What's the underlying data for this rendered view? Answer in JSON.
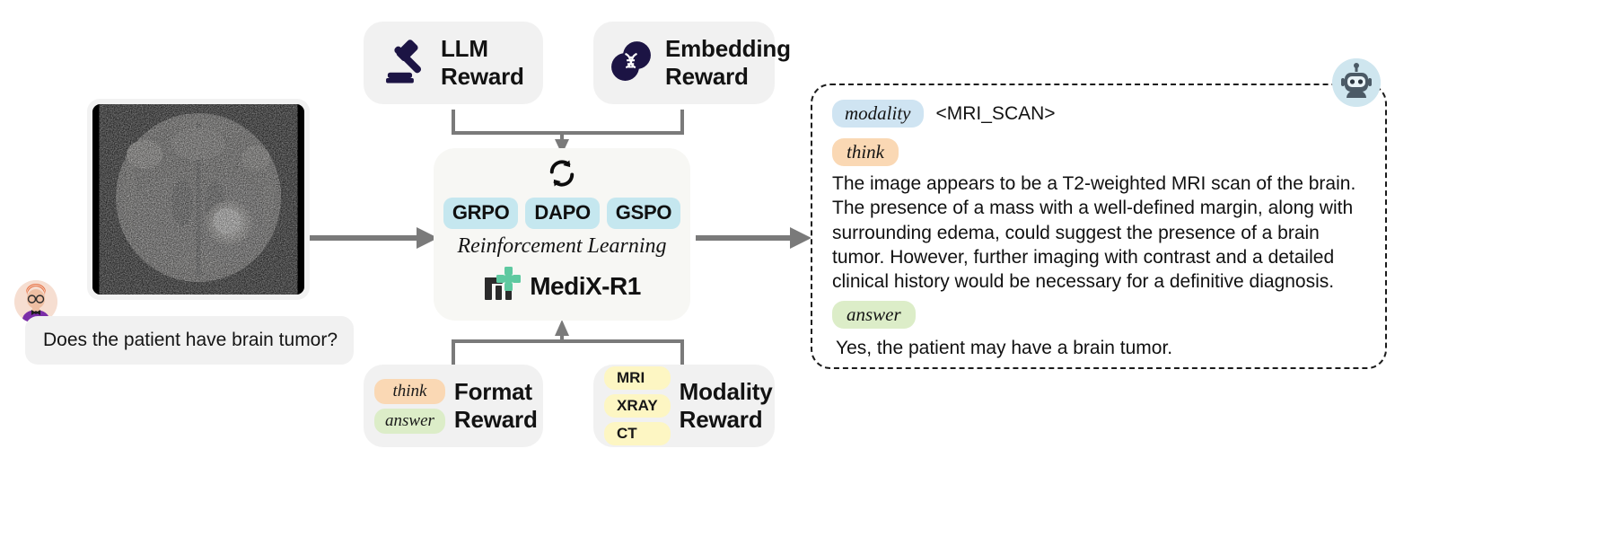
{
  "rewards": {
    "llm": {
      "title_line1": "LLM",
      "title_line2": "Reward",
      "icon": "gavel-icon"
    },
    "embedding": {
      "title_line1": "Embedding",
      "title_line2": "Reward",
      "icon": "embedding-circles-icon"
    },
    "format": {
      "title_line1": "Format",
      "title_line2": "Reward",
      "tags": [
        "think",
        "answer"
      ]
    },
    "modality": {
      "title_line1": "Modality",
      "title_line2": "Reward",
      "tags": [
        "MRI",
        "XRAY",
        "CT"
      ]
    }
  },
  "rl_box": {
    "refresh_icon": "refresh-cycle-icon",
    "algorithms": [
      "GRPO",
      "DAPO",
      "GSPO"
    ],
    "caption": "Reinforcement Learning",
    "model_name": "MediX-R1",
    "logo_icon": "medix-logo-icon"
  },
  "input": {
    "image_alt": "brain-mri-scan",
    "avatar": "user-avatar-icon",
    "question": "Does the patient have brain tumor?"
  },
  "response": {
    "avatar": "robot-avatar-icon",
    "modality_label": "modality",
    "modality_value": "<MRI_SCAN>",
    "think_label": "think",
    "think_text": "The image appears to be a T2-weighted MRI scan of the brain.\nThe presence of a mass with a well-defined margin, along with\nsurrounding edema, could suggest the presence of a brain\ntumor. However, further imaging with contrast and a detailed\nclinical history would be necessary for a definitive diagnosis.",
    "answer_label": "answer",
    "answer_text": "Yes, the patient may have a brain tumor."
  },
  "colors": {
    "card_bg": "#f1f1f1",
    "rl_bg": "#f7f7f4",
    "algo_pill": "#c5e7ef",
    "think_pill": "#fad8b4",
    "answer_pill": "#dcedc8",
    "modality_pill": "#cfe4f2",
    "modality_tag": "#fdf6c3",
    "icon_navy": "#1c1444",
    "logo_green": "#5ec9a0",
    "arrow_gray": "#7a7a7a"
  }
}
